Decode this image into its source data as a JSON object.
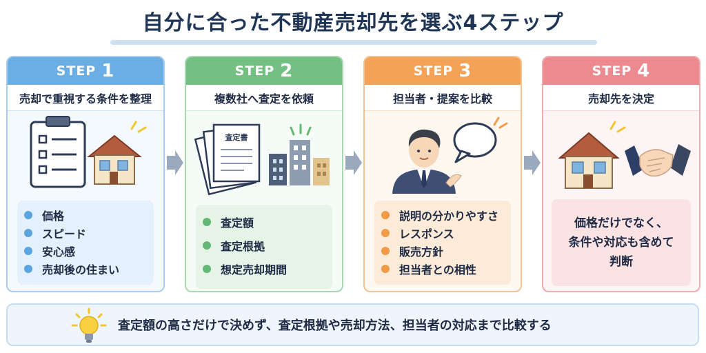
{
  "title": "自分に合った不動産売却先を選ぶ4ステップ",
  "colors": {
    "step1": "#6aaee3",
    "step2": "#74c082",
    "step3": "#f4a256",
    "step4": "#ec8a8f",
    "title": "#1e3556"
  },
  "steps": [
    {
      "label": "STEP",
      "number": "1",
      "subtitle": "売却で重視する条件を整理",
      "icons": [
        "clipboard-checklist-icon",
        "house-icon"
      ],
      "items": [
        "価格",
        "スピード",
        "安心感",
        "売却後の住まい"
      ]
    },
    {
      "label": "STEP",
      "number": "2",
      "subtitle": "複数社へ査定を依頼",
      "icons": [
        "document-stack-icon",
        "buildings-icon"
      ],
      "doc_label": "査定書",
      "items": [
        "査定額",
        "査定根拠",
        "想定売却期間"
      ]
    },
    {
      "label": "STEP",
      "number": "3",
      "subtitle": "担当者・提案を比較",
      "icons": [
        "businessman-icon",
        "speech-bubble-icon"
      ],
      "items": [
        "説明の分かりやすさ",
        "レスポンス",
        "販売方針",
        "担当者との相性"
      ]
    },
    {
      "label": "STEP",
      "number": "4",
      "subtitle": "売却先を決定",
      "icons": [
        "house-icon",
        "handshake-icon"
      ],
      "judgement": [
        "価格だけでなく、",
        "条件や対応も含めて",
        "判断"
      ]
    }
  ],
  "tip": {
    "icon": "lightbulb-icon",
    "text": "査定額の高さだけで決めず、査定根拠や売却方法、担当者の対応まで比較する"
  }
}
